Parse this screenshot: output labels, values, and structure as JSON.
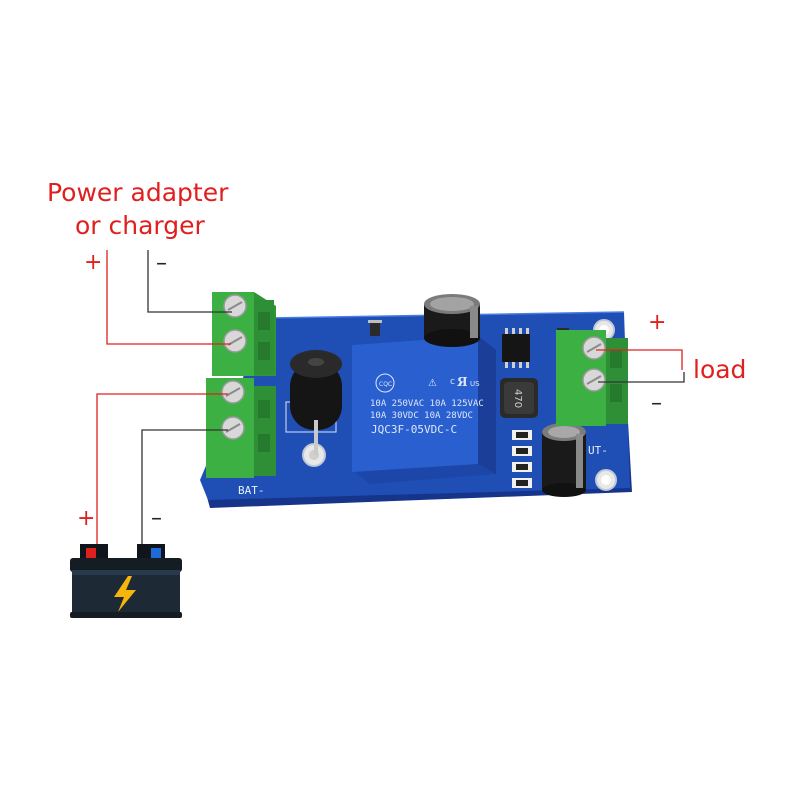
{
  "labels": {
    "power_line1": "Power adapter",
    "power_line2": "or charger",
    "load": "load",
    "plus": "+",
    "minus": "–"
  },
  "board": {
    "relay_line1": "10A 250VAC  10A 125VAC",
    "relay_line2": "10A  30VDC  10A  28VDC",
    "relay_model": "JQC3F-05VDC-C",
    "silk_bat": "BAT-",
    "silk_out": "UT-",
    "inductor_mark": "470"
  },
  "colors": {
    "label_red": "#e0201e",
    "wire_red": "#e0201e",
    "wire_dark": "#333333",
    "pcb_blue": "#1f4fb5",
    "relay_blue": "#2a5fd0",
    "terminal_green": "#3cb043",
    "battery_body": "#1d2a36",
    "bolt_yellow": "#f5b50a"
  },
  "icons": [
    "battery-icon",
    "lightning-bolt-icon"
  ]
}
